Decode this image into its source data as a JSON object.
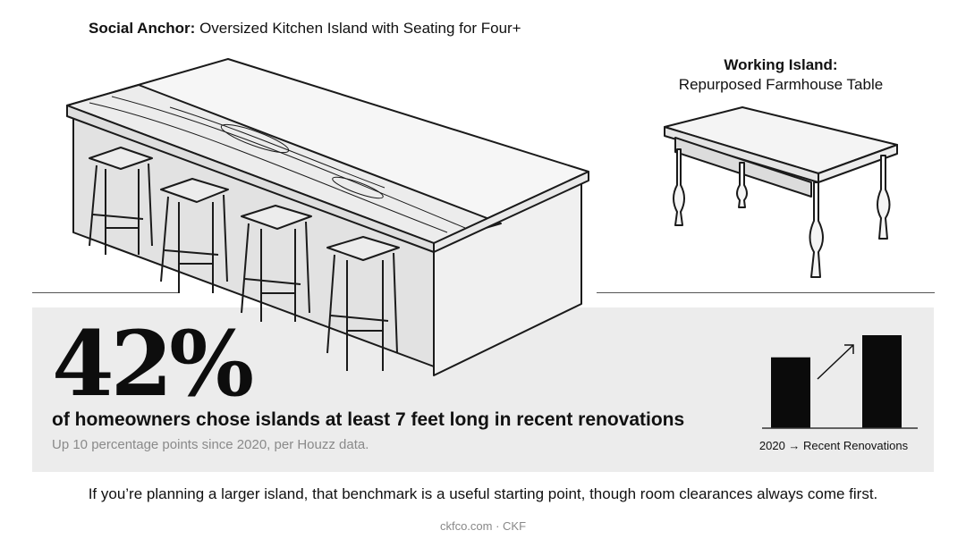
{
  "captions": {
    "left_bold": "Social Anchor:",
    "left_text": " Oversized Kitchen Island with Seating for Four+",
    "right_title": "Working Island:",
    "right_subtitle": "Repurposed Farmhouse Table"
  },
  "stat": {
    "value": "42%",
    "headline": "of homeowners chose islands at least 7 feet long in recent renovations",
    "subtext": "Up 10 percentage points since 2020, per Houzz data."
  },
  "mini_chart": {
    "label": "2020 → Recent Renovations",
    "bar_values": [
      32,
      42
    ],
    "max": 42
  },
  "footer": {
    "note": "If you’re planning a larger island, that benchmark is a useful starting point, though room clearances always come first.",
    "credit": "ckfco.com · CKF"
  }
}
